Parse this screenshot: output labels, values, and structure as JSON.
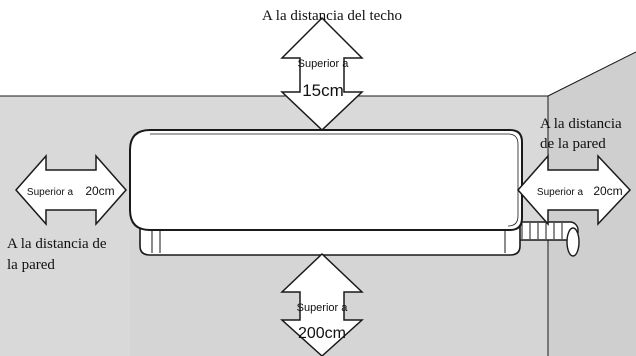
{
  "labels": {
    "ceiling": "A la distancia del techo",
    "wall_left_line1": "A la distancia de",
    "wall_left_line2": "la pared",
    "wall_right_line1": "A la distancia",
    "wall_right_line2": "de la pared"
  },
  "arrows": {
    "top": {
      "prefix": "Superior a",
      "value": "15cm"
    },
    "bottom": {
      "prefix": "Superior a",
      "value": "200cm"
    },
    "left": {
      "prefix": "Superior a",
      "value": "20cm"
    },
    "right": {
      "prefix": "Superior a",
      "value": "20cm"
    }
  },
  "colors": {
    "wall": "#d9d9d9",
    "wall_shadow": "#c4c4c4",
    "corner_wall": "#cfcfcf",
    "unit": "#ffffff",
    "outline": "#1a1a1a"
  }
}
